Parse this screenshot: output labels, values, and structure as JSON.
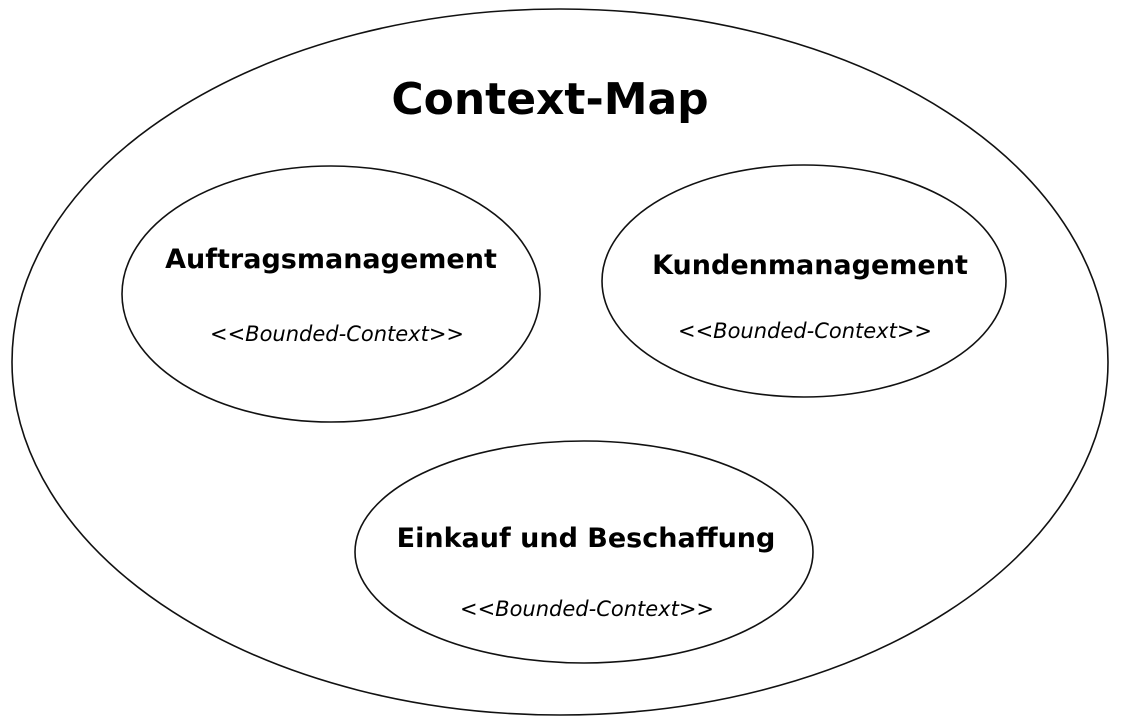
{
  "context_map": {
    "title": "Context-Map",
    "contexts": [
      {
        "name": "Auftragsmanagement",
        "stereotype": "<<Bounded-Context>>"
      },
      {
        "name": "Kundenmanagement",
        "stereotype": "<<Bounded-Context>>"
      },
      {
        "name": "Einkauf und Beschaffung",
        "stereotype": "<<Bounded-Context>>"
      }
    ]
  }
}
